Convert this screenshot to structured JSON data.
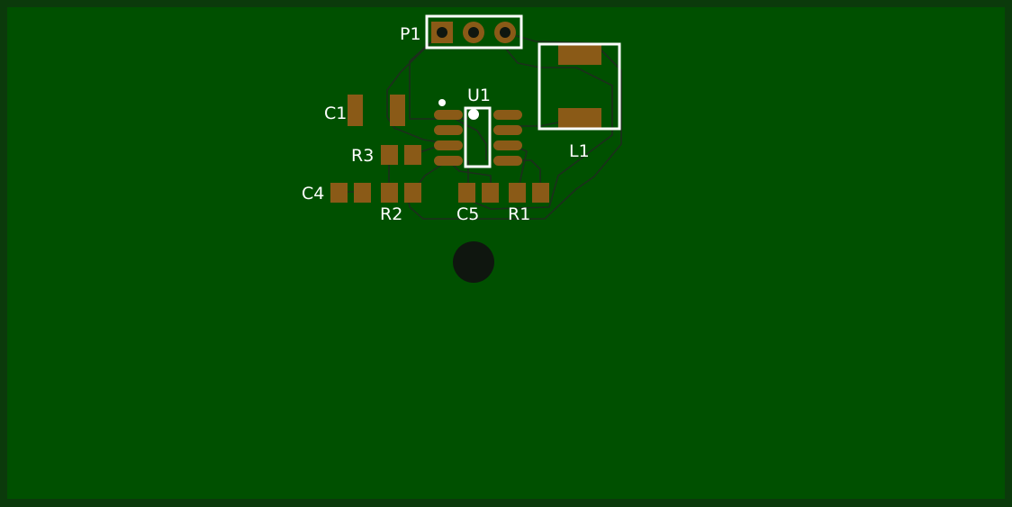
{
  "board": {
    "colors": {
      "outline": "#0b3a0b",
      "board": "#005000",
      "trace": "#1c2e1c",
      "pad": "#8a5a17",
      "silkscreen": "#ffffff",
      "hole": "#0f160f"
    },
    "components": [
      {
        "ref": "P1",
        "kind": "connector-3-pin"
      },
      {
        "ref": "U1",
        "kind": "ic-8-pin"
      },
      {
        "ref": "L1",
        "kind": "inductor"
      },
      {
        "ref": "C1",
        "kind": "capacitor"
      },
      {
        "ref": "R3",
        "kind": "resistor"
      },
      {
        "ref": "C4",
        "kind": "capacitor"
      },
      {
        "ref": "R2",
        "kind": "resistor"
      },
      {
        "ref": "C5",
        "kind": "capacitor"
      },
      {
        "ref": "R1",
        "kind": "resistor"
      }
    ]
  }
}
